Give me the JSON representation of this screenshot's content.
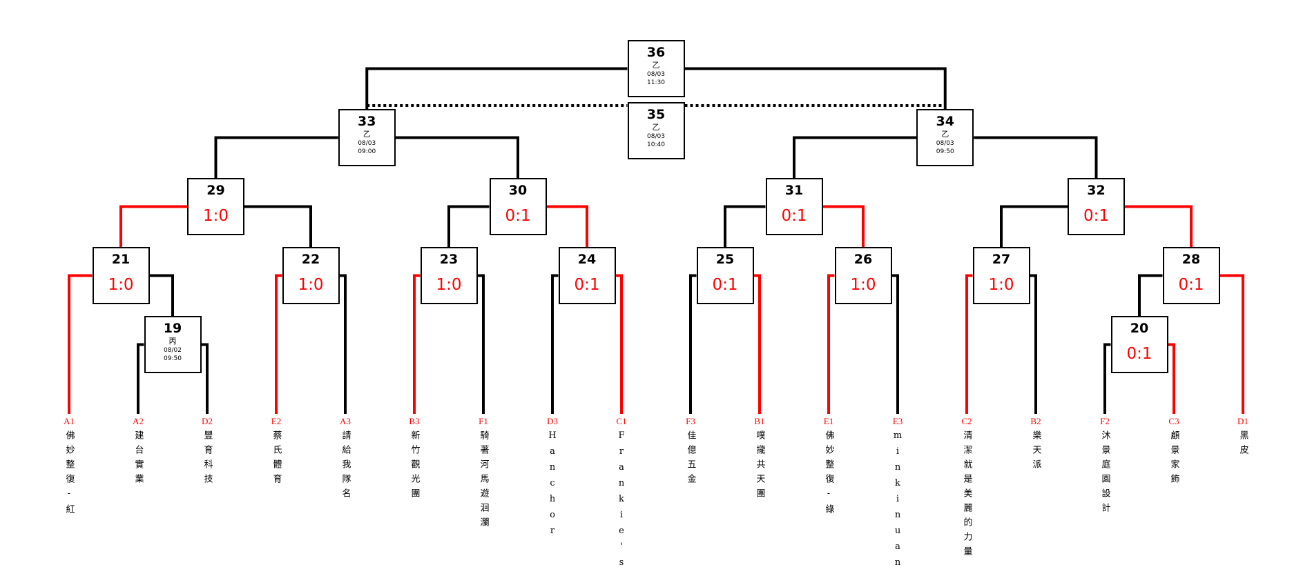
{
  "colors": {
    "winner": "#ff0000",
    "line": "#000000"
  },
  "leaves": [
    {
      "code": "A1",
      "name": "佛妙整復-紅"
    },
    {
      "code": "A2",
      "name": "建台實業"
    },
    {
      "code": "D2",
      "name": "豐育科技"
    },
    {
      "code": "E2",
      "name": "蔡氏體育"
    },
    {
      "code": "A3",
      "name": "請給我隊名"
    },
    {
      "code": "B3",
      "name": "新竹觀光團"
    },
    {
      "code": "F1",
      "name": "騎著河馬遊洄瀾"
    },
    {
      "code": "D3",
      "name": "Hanchor"
    },
    {
      "code": "C1",
      "name": "Frankie's"
    },
    {
      "code": "F3",
      "name": "佳億五金"
    },
    {
      "code": "B1",
      "name": "噗攏共天團"
    },
    {
      "code": "E1",
      "name": "佛妙整復-綠"
    },
    {
      "code": "E3",
      "name": "minkinuan"
    },
    {
      "code": "C2",
      "name": "清潔就是美麗的力量"
    },
    {
      "code": "B2",
      "name": "樂天派"
    },
    {
      "code": "F2",
      "name": "沐景庭園設計"
    },
    {
      "code": "C3",
      "name": "顧景家飾"
    },
    {
      "code": "D1",
      "name": "黑皮"
    }
  ],
  "matches": {
    "36": {
      "number": "36",
      "left": "m33",
      "right": "m34",
      "winner": null,
      "group": "乙",
      "date": "08/03",
      "time": "11:30"
    },
    "33": {
      "number": "33",
      "left": "m29",
      "right": "m30",
      "winner": null,
      "group": "乙",
      "date": "08/03",
      "time": "09:00"
    },
    "34": {
      "number": "34",
      "left": "m31",
      "right": "m32",
      "winner": null,
      "group": "乙",
      "date": "08/03",
      "time": "09:50"
    },
    "29": {
      "number": "29",
      "left": "m21",
      "right": "m22",
      "winner": "left",
      "score": "1:0"
    },
    "30": {
      "number": "30",
      "left": "m23",
      "right": "m24",
      "winner": "right",
      "score": "0:1"
    },
    "31": {
      "number": "31",
      "left": "m25",
      "right": "m26",
      "winner": "right",
      "score": "0:1"
    },
    "32": {
      "number": "32",
      "left": "m27",
      "right": "m28",
      "winner": "right",
      "score": "0:1"
    },
    "21": {
      "number": "21",
      "left": "l0",
      "right": "m19",
      "winner": "left",
      "score": "1:0"
    },
    "22": {
      "number": "22",
      "left": "l3",
      "right": "l4",
      "winner": "left",
      "score": "1:0"
    },
    "23": {
      "number": "23",
      "left": "l5",
      "right": "l6",
      "winner": "left",
      "score": "1:0"
    },
    "24": {
      "number": "24",
      "left": "l7",
      "right": "l8",
      "winner": "right",
      "score": "0:1"
    },
    "25": {
      "number": "25",
      "left": "l9",
      "right": "l10",
      "winner": "right",
      "score": "0:1"
    },
    "26": {
      "number": "26",
      "left": "l11",
      "right": "l12",
      "winner": "left",
      "score": "1:0"
    },
    "27": {
      "number": "27",
      "left": "l13",
      "right": "l14",
      "winner": "left",
      "score": "1:0"
    },
    "28": {
      "number": "28",
      "left": "m20",
      "right": "l17",
      "winner": "right",
      "score": "0:1"
    },
    "19": {
      "number": "19",
      "left": "l1",
      "right": "l2",
      "winner": null,
      "group": "丙",
      "date": "08/02",
      "time": "09:50"
    },
    "20": {
      "number": "20",
      "left": "l15",
      "right": "l16",
      "winner": "right",
      "score": "0:1"
    }
  },
  "root": "36",
  "third_place": {
    "number": "35",
    "group": "乙",
    "date": "08/03",
    "time": "10:40"
  }
}
